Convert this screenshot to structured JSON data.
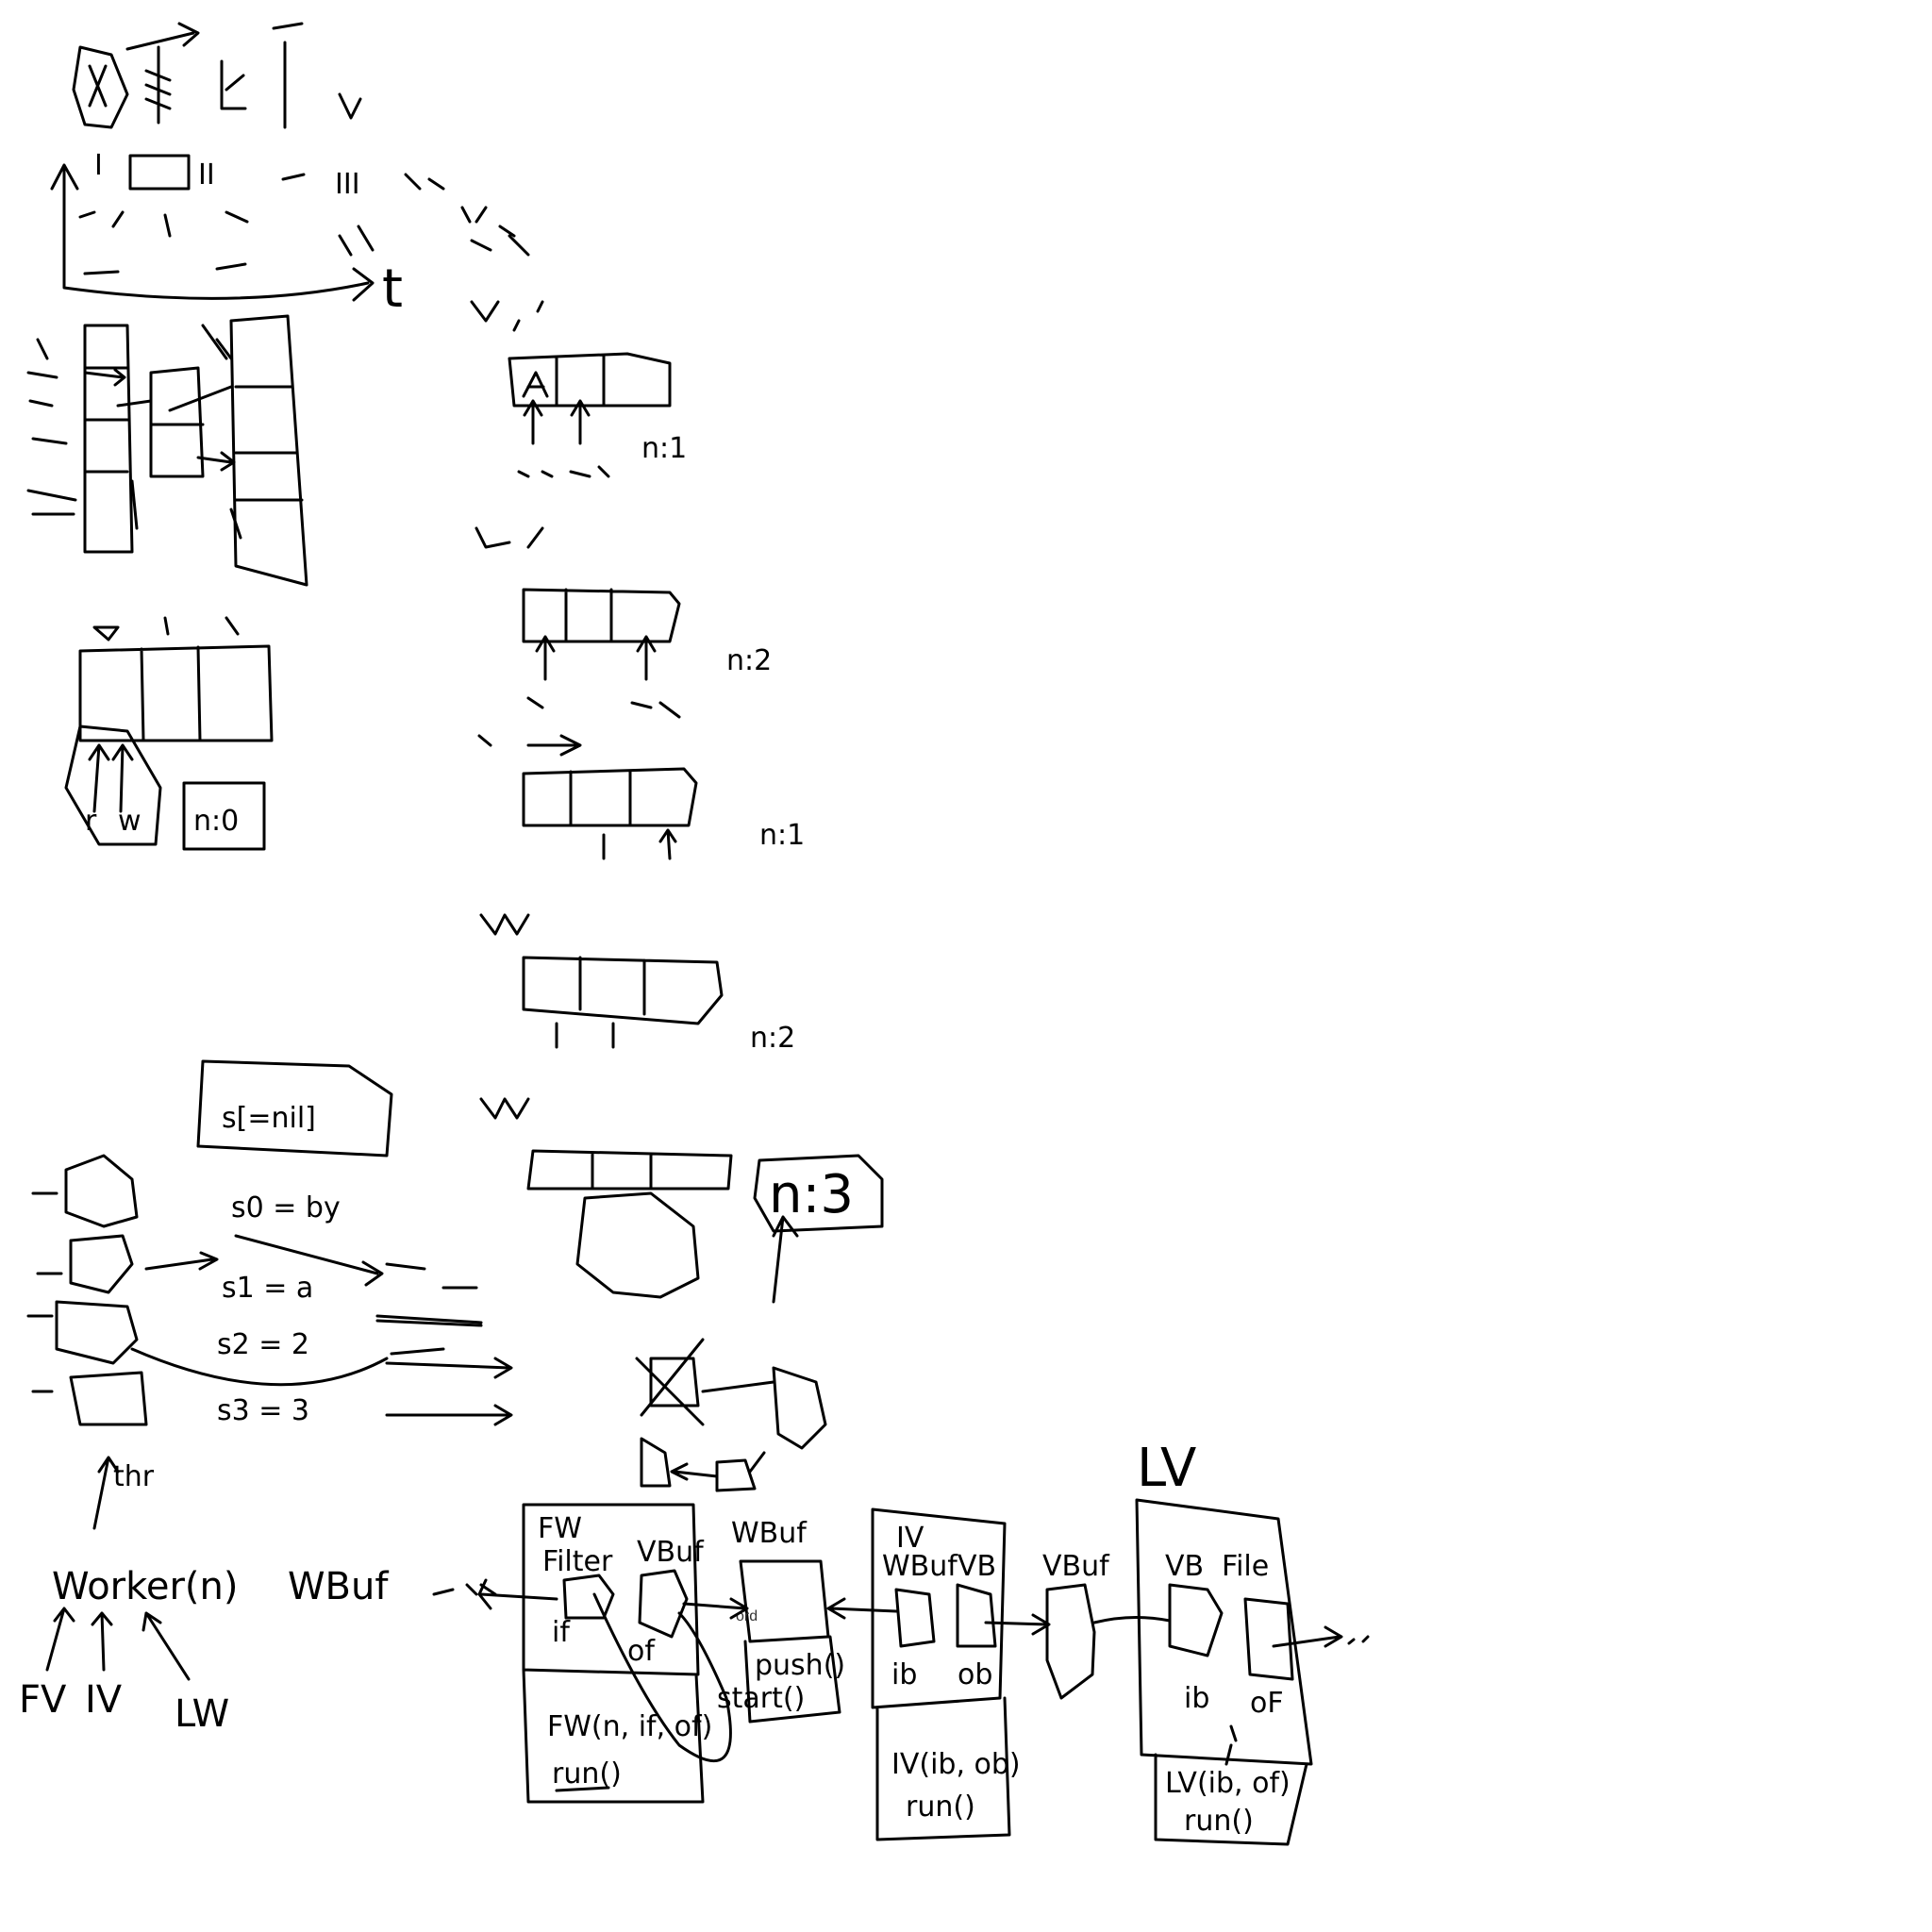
{
  "typed_text": "ord",
  "handwritten": {
    "timeline": {
      "axis_t": "t",
      "roman_1": "I",
      "roman_2": "II",
      "roman_3": "III"
    },
    "buffer_states": [
      {
        "op": "W",
        "n": "n:1"
      },
      {
        "op": "W",
        "n": "n:2"
      },
      {
        "op": "R",
        "n": "n:1"
      },
      {
        "op": "W",
        "n": "n:2"
      },
      {
        "op": "W",
        "n": "n:3"
      }
    ],
    "ring": {
      "r": "r",
      "w": "w",
      "n": "n:0"
    },
    "slices": {
      "nil_box": "s[=nil]",
      "s0": "s0 = by",
      "s1": "s1 = a",
      "s2": "s2 = 2",
      "s3": "s3 = 3"
    },
    "worker": {
      "call": "Worker(n)",
      "wbuf": "WBuf",
      "fv": "FV",
      "iv": "IV",
      "lw": "LW",
      "thr": "thr"
    },
    "pipeline": {
      "fw": "FW",
      "filter": "Filter",
      "wbuf_in": "VBuf",
      "if": "if",
      "of": "of",
      "fw_run": "FW(n, if, of)",
      "run": "run()",
      "wbuf": "WBuf",
      "push": "push()",
      "start": "start()",
      "iv": "IV",
      "iv_wbuf": "WBuf",
      "iv_vb": "VB",
      "ib": "ib",
      "ob": "ob",
      "iv_call": "IV(ib, ob)",
      "iv_run": "run()",
      "vbuf": "VBuf",
      "lv": "LV",
      "lv_vb": "VB",
      "lv_file": "File",
      "lv_ib": "ib",
      "lv_of": "oF",
      "lv_call": "LV(ib, of)",
      "lv_run": "run()"
    }
  }
}
